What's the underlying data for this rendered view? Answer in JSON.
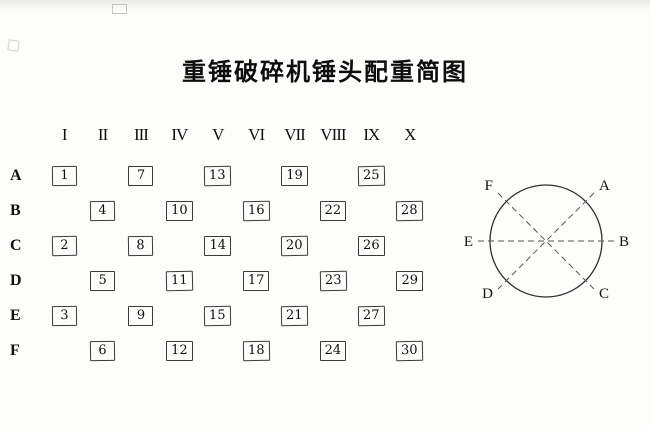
{
  "title": "重锤破碎机锤头配重简图",
  "grid": {
    "column_headers": [
      "I",
      "II",
      "III",
      "IV",
      "V",
      "VI",
      "VII",
      "VIII",
      "IX",
      "X"
    ],
    "rows": [
      {
        "label": "A",
        "cells": [
          "1",
          "",
          "7",
          "",
          "13",
          "",
          "19",
          "",
          "25",
          ""
        ]
      },
      {
        "label": "B",
        "cells": [
          "",
          "4",
          "",
          "10",
          "",
          "16",
          "",
          "22",
          "",
          "28"
        ]
      },
      {
        "label": "C",
        "cells": [
          "2",
          "",
          "8",
          "",
          "14",
          "",
          "20",
          "",
          "26",
          ""
        ]
      },
      {
        "label": "D",
        "cells": [
          "",
          "5",
          "",
          "11",
          "",
          "17",
          "",
          "23",
          "",
          "29"
        ]
      },
      {
        "label": "E",
        "cells": [
          "3",
          "",
          "9",
          "",
          "15",
          "",
          "21",
          "",
          "27",
          ""
        ]
      },
      {
        "label": "F",
        "cells": [
          "",
          "6",
          "",
          "12",
          "",
          "18",
          "",
          "24",
          "",
          "30"
        ]
      }
    ]
  },
  "circle": {
    "labels": {
      "top_left": "F",
      "top_right": "A",
      "left": "E",
      "right": "B",
      "bottom_left": "D",
      "bottom_right": "C"
    }
  }
}
